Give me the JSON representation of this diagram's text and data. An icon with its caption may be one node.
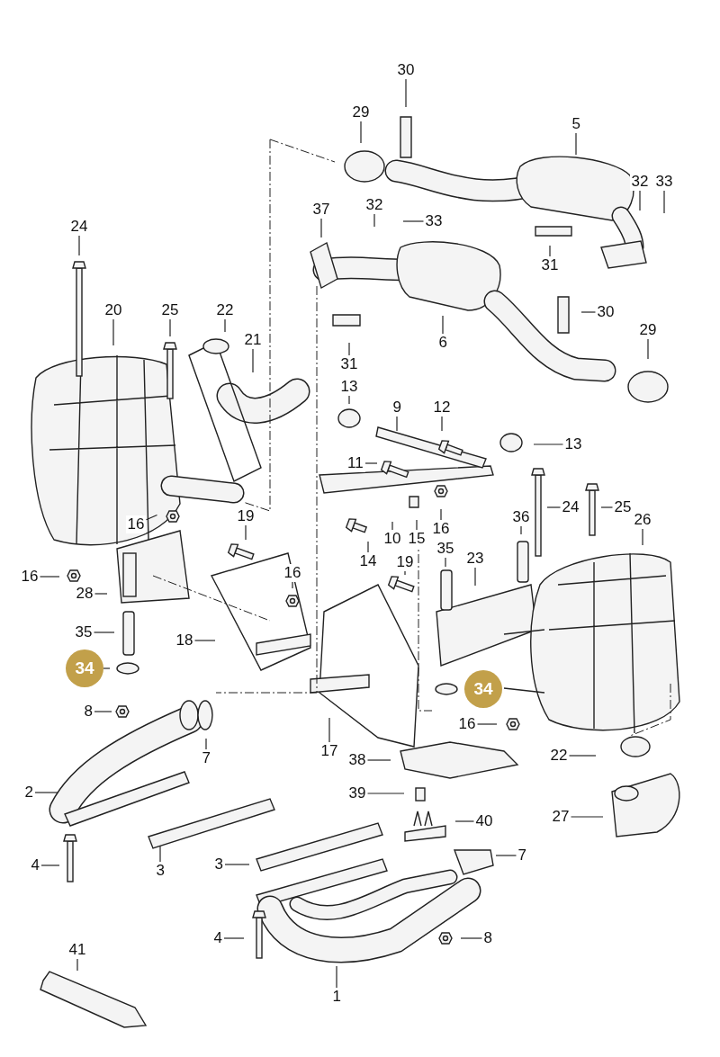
{
  "diagram": {
    "nodes": [
      {
        "text": [
          "30"
        ]
      },
      {
        "text": [
          "29"
        ]
      },
      {
        "text": [
          "5"
        ]
      },
      {
        "text": [
          "37"
        ]
      },
      {
        "text": [
          "32"
        ]
      },
      {
        "text": [
          "33"
        ]
      },
      {
        "text": [
          "32"
        ]
      },
      {
        "text": [
          "33"
        ]
      },
      {
        "text": [
          "24"
        ]
      },
      {
        "text": [
          "31"
        ]
      },
      {
        "text": [
          "20"
        ]
      },
      {
        "text": [
          "25"
        ]
      },
      {
        "text": [
          "22"
        ]
      },
      {
        "text": [
          "30"
        ]
      },
      {
        "text": [
          "21"
        ]
      },
      {
        "text": [
          "31"
        ]
      },
      {
        "text": [
          "6"
        ]
      },
      {
        "text": [
          "29"
        ]
      },
      {
        "text": [
          "13"
        ]
      },
      {
        "text": [
          "9"
        ]
      },
      {
        "text": [
          "12"
        ]
      },
      {
        "text": [
          "13"
        ]
      },
      {
        "text": [
          "11"
        ]
      },
      {
        "text": [
          "24"
        ]
      },
      {
        "text": [
          "25"
        ]
      },
      {
        "text": [
          "26"
        ]
      },
      {
        "text": [
          "16"
        ]
      },
      {
        "text": [
          "19"
        ]
      },
      {
        "text": [
          "36"
        ]
      },
      {
        "text": [
          "14"
        ]
      },
      {
        "text": [
          "10"
        ]
      },
      {
        "text": [
          "15"
        ]
      },
      {
        "text": [
          "16"
        ]
      },
      {
        "text": [
          "35"
        ]
      },
      {
        "text": [
          "16"
        ]
      },
      {
        "text": [
          "28"
        ]
      },
      {
        "text": [
          "16"
        ]
      },
      {
        "text": [
          "19"
        ]
      },
      {
        "text": [
          "23"
        ]
      },
      {
        "text": [
          "35"
        ]
      },
      {
        "text": [
          "18"
        ]
      },
      {
        "text": [
          "34"
        ]
      },
      {
        "text": [
          "34"
        ]
      },
      {
        "text": [
          "8"
        ]
      },
      {
        "text": [
          "16"
        ]
      },
      {
        "text": [
          "7"
        ]
      },
      {
        "text": [
          "17"
        ]
      },
      {
        "text": [
          "22"
        ]
      },
      {
        "text": [
          "38"
        ]
      },
      {
        "text": [
          "2"
        ]
      },
      {
        "text": [
          "39"
        ]
      },
      {
        "text": [
          "27"
        ]
      },
      {
        "text": [
          "40"
        ]
      },
      {
        "text": [
          "4"
        ]
      },
      {
        "text": [
          "3"
        ]
      },
      {
        "text": [
          "3"
        ]
      },
      {
        "text": [
          "7"
        ]
      },
      {
        "text": [
          "4"
        ]
      },
      {
        "text": [
          "8"
        ]
      },
      {
        "text": [
          "41"
        ]
      },
      {
        "text": [
          "1"
        ]
      }
    ],
    "edges": [
      {
        "from": 0,
        "to": null,
        "arrow": "none"
      },
      {
        "from": 1,
        "to": null,
        "arrow": "none"
      },
      {
        "from": 2,
        "to": null,
        "arrow": "none"
      },
      {
        "from": 3,
        "to": null,
        "arrow": "none"
      },
      {
        "from": 4,
        "to": null,
        "arrow": "none"
      },
      {
        "from": 5,
        "to": null,
        "arrow": "none"
      },
      {
        "from": 6,
        "to": null,
        "arrow": "none"
      },
      {
        "from": 7,
        "to": null,
        "arrow": "none"
      },
      {
        "from": 8,
        "to": null,
        "arrow": "none"
      },
      {
        "from": 9,
        "to": null,
        "arrow": "none"
      },
      {
        "from": 10,
        "to": null,
        "arrow": "none"
      },
      {
        "from": 11,
        "to": null,
        "arrow": "none"
      },
      {
        "from": 12,
        "to": null,
        "arrow": "none"
      },
      {
        "from": 13,
        "to": null,
        "arrow": "none"
      },
      {
        "from": 14,
        "to": null,
        "arrow": "none"
      },
      {
        "from": 15,
        "to": null,
        "arrow": "none"
      },
      {
        "from": 16,
        "to": null,
        "arrow": "none"
      },
      {
        "from": 17,
        "to": null,
        "arrow": "none"
      },
      {
        "from": 18,
        "to": null,
        "arrow": "none"
      },
      {
        "from": 19,
        "to": null,
        "arrow": "none"
      },
      {
        "from": 20,
        "to": null,
        "arrow": "none"
      },
      {
        "from": 21,
        "to": null,
        "arrow": "none"
      },
      {
        "from": 22,
        "to": null,
        "arrow": "none"
      },
      {
        "from": 23,
        "to": null,
        "arrow": "none"
      },
      {
        "from": 24,
        "to": null,
        "arrow": "none"
      },
      {
        "from": 25,
        "to": null,
        "arrow": "none"
      },
      {
        "from": 26,
        "to": null,
        "arrow": "none"
      },
      {
        "from": 27,
        "to": null,
        "arrow": "none"
      },
      {
        "from": 28,
        "to": null,
        "arrow": "none"
      },
      {
        "from": 29,
        "to": null,
        "arrow": "none"
      },
      {
        "from": 30,
        "to": null,
        "arrow": "none"
      },
      {
        "from": 31,
        "to": null,
        "arrow": "none"
      },
      {
        "from": 32,
        "to": null,
        "arrow": "none"
      },
      {
        "from": 33,
        "to": null,
        "arrow": "none"
      },
      {
        "from": 34,
        "to": null,
        "arrow": "none"
      },
      {
        "from": 35,
        "to": null,
        "arrow": "none"
      },
      {
        "from": 36,
        "to": null,
        "arrow": "none"
      },
      {
        "from": 37,
        "to": null,
        "arrow": "none"
      },
      {
        "from": 38,
        "to": null,
        "arrow": "none"
      },
      {
        "from": 39,
        "to": null,
        "arrow": "none"
      },
      {
        "from": 40,
        "to": null,
        "arrow": "none"
      },
      {
        "from": 41,
        "to": null,
        "arrow": "none"
      },
      {
        "from": 42,
        "to": null,
        "arrow": "none"
      },
      {
        "from": 43,
        "to": null,
        "arrow": "none"
      },
      {
        "from": 44,
        "to": null,
        "arrow": "none"
      },
      {
        "from": 45,
        "to": null,
        "arrow": "none"
      },
      {
        "from": 46,
        "to": null,
        "arrow": "none"
      },
      {
        "from": 47,
        "to": null,
        "arrow": "none"
      },
      {
        "from": 48,
        "to": null,
        "arrow": "none"
      },
      {
        "from": 49,
        "to": null,
        "arrow": "none"
      },
      {
        "from": 50,
        "to": null,
        "arrow": "none"
      },
      {
        "from": 51,
        "to": null,
        "arrow": "none"
      },
      {
        "from": 52,
        "to": null,
        "arrow": "none"
      },
      {
        "from": 53,
        "to": null,
        "arrow": "none"
      },
      {
        "from": 54,
        "to": null,
        "arrow": "none"
      },
      {
        "from": 55,
        "to": null,
        "arrow": "none"
      },
      {
        "from": 56,
        "to": null,
        "arrow": "none"
      },
      {
        "from": 57,
        "to": null,
        "arrow": "none"
      },
      {
        "from": 58,
        "to": null,
        "arrow": "none"
      },
      {
        "from": 59,
        "to": null,
        "arrow": "none"
      },
      {
        "from": 60,
        "to": null,
        "arrow": "none"
      }
    ]
  }
}
